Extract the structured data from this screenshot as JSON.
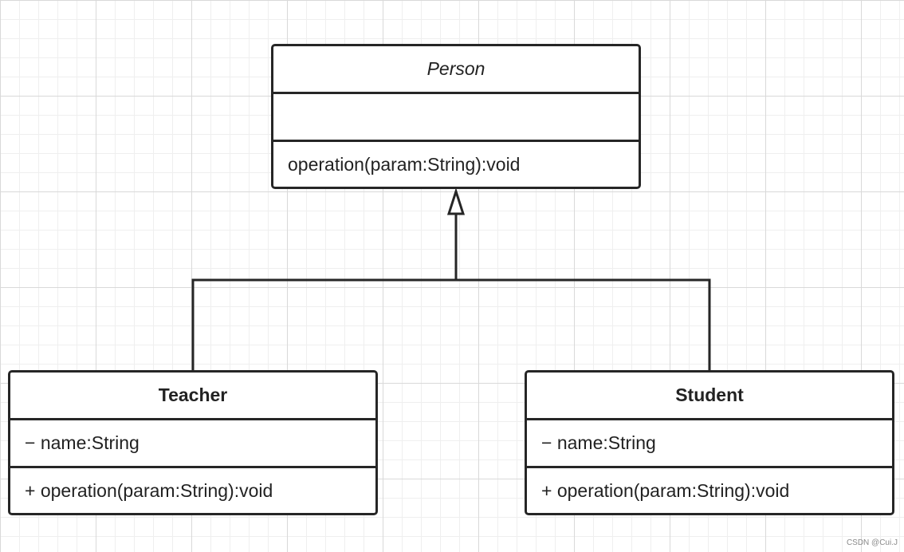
{
  "classes": {
    "person": {
      "name": "Person",
      "abstract": true,
      "attributes": "",
      "operations": "operation(param:String):void"
    },
    "teacher": {
      "name": "Teacher",
      "abstract": false,
      "attributes": "− name:String",
      "operations": "+ operation(param:String):void"
    },
    "student": {
      "name": "Student",
      "abstract": false,
      "attributes": "− name:String",
      "operations": "+ operation(param:String):void"
    }
  },
  "relationship": {
    "type": "generalization",
    "parent": "Person",
    "children": [
      "Teacher",
      "Student"
    ]
  },
  "watermark": "CSDN @Cui.J"
}
